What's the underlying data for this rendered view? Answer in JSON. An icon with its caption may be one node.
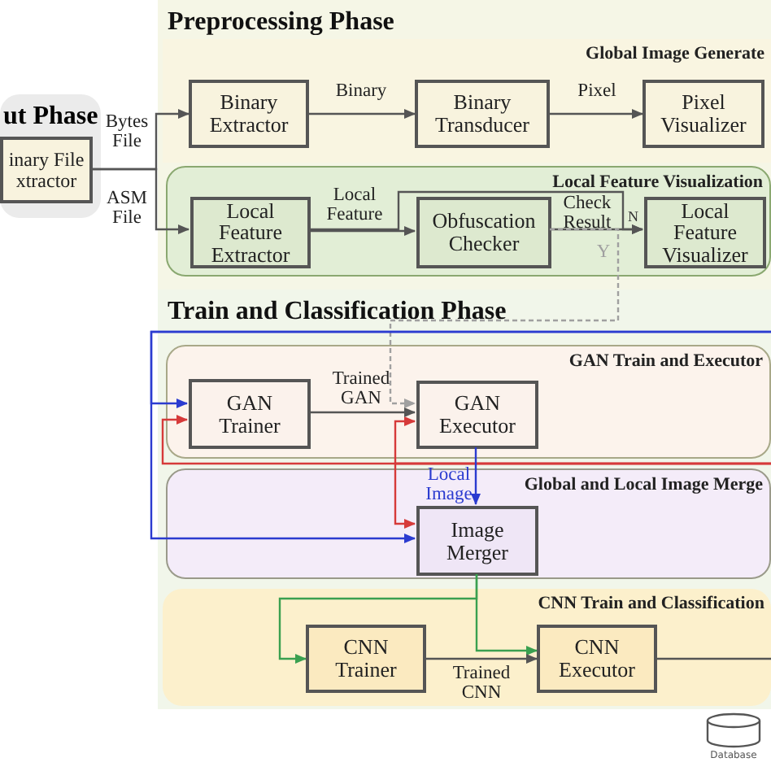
{
  "diagram": {
    "nodes": [
      {
        "text": [
          "ut Phase"
        ]
      },
      {
        "text": [
          "inary File xtractor"
        ],
        "in": 0
      },
      {
        "text": [
          "Preprocessing Phase"
        ]
      },
      {
        "text": [
          "Global Image Generate"
        ],
        "in": 2
      },
      {
        "text": [
          "Binary Extractor"
        ],
        "in": 3
      },
      {
        "text": [
          "Binary Transducer"
        ],
        "in": 3
      },
      {
        "text": [
          "Pixel Visualizer"
        ],
        "in": 3
      },
      {
        "text": [
          "Local Feature Visualization"
        ],
        "in": 2
      },
      {
        "text": [
          "Local Feature Extractor"
        ],
        "in": 7
      },
      {
        "text": [
          "Obfuscation Checker"
        ],
        "in": 7
      },
      {
        "text": [
          "Local Feature Visualizer"
        ],
        "in": 7
      },
      {
        "text": [
          "Train and Classification Phase"
        ]
      },
      {
        "text": [
          "GAN Train and Executor"
        ],
        "in": 11
      },
      {
        "text": [
          "GAN Trainer"
        ],
        "in": 12
      },
      {
        "text": [
          "GAN Executor"
        ],
        "in": 12
      },
      {
        "text": [
          "Global and Local Image Merge"
        ],
        "in": 11
      },
      {
        "text": [
          "Image Merger"
        ],
        "in": 15
      },
      {
        "text": [
          "CNN Train and Classification"
        ],
        "in": 11
      },
      {
        "text": [
          "CNN Trainer"
        ],
        "in": 17
      },
      {
        "text": [
          "CNN Executor"
        ],
        "in": 17
      },
      {
        "text": [
          "Database"
        ]
      }
    ],
    "edges": [
      {
        "from": 1,
        "to": 4,
        "arrow": "to",
        "label": "Bytes File"
      },
      {
        "from": 1,
        "to": 8,
        "arrow": "to",
        "label": "ASM File"
      },
      {
        "from": 4,
        "to": 5,
        "arrow": "to",
        "label": "Binary"
      },
      {
        "from": 5,
        "to": 6,
        "arrow": "to",
        "label": "Pixel"
      },
      {
        "from": 8,
        "to": 9,
        "arrow": "to",
        "label": "Local Feature"
      },
      {
        "from": 9,
        "to": 10,
        "arrow": "to",
        "label": "Check Result"
      },
      {
        "from": 8,
        "to": 10,
        "arrow": "to"
      },
      {
        "from": 9,
        "to": 14,
        "arrow": "to",
        "label": "Y",
        "style": "dashed",
        "color": "#a0a0a0"
      },
      {
        "from": null,
        "to": 13,
        "arrow": "to",
        "color": "#2b3bd0"
      },
      {
        "from": null,
        "to": 16,
        "arrow": "to",
        "color": "#2b3bd0"
      },
      {
        "from": null,
        "to": 13,
        "arrow": "to",
        "color": "#d63a3a"
      },
      {
        "from": null,
        "to": 14,
        "arrow": "to",
        "color": "#d63a3a"
      },
      {
        "from": null,
        "to": 16,
        "arrow": "to",
        "color": "#d63a3a"
      },
      {
        "from": 13,
        "to": 14,
        "arrow": "to",
        "label": "Trained GAN"
      },
      {
        "from": 14,
        "to": 16,
        "arrow": "to",
        "label": "Local Image",
        "color": "#2b3bd0"
      },
      {
        "from": 16,
        "to": 18,
        "arrow": "to",
        "color": "#3aa050"
      },
      {
        "from": 16,
        "to": 19,
        "arrow": "to",
        "color": "#3aa050"
      },
      {
        "from": 18,
        "to": 19,
        "arrow": "to",
        "label": "Trained CNN"
      },
      {
        "from": 19,
        "to": null,
        "arrow": "none"
      }
    ],
    "labels": [
      "N"
    ]
  }
}
